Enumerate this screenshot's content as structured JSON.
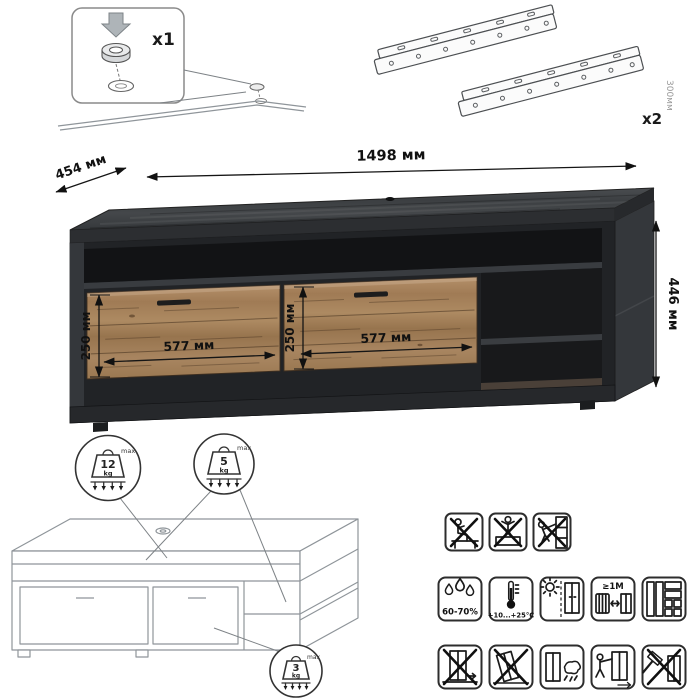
{
  "hardware": {
    "foot": {
      "qty": "x1"
    },
    "slides": {
      "qty": "x2",
      "length": "300мм"
    }
  },
  "dimensions": {
    "width": "1498 мм",
    "depth": "454 мм",
    "height": "446 мм",
    "drawer_left_height": "250 мм",
    "drawer_right_height": "250 мм",
    "drawer_left_width": "577 мм",
    "drawer_right_width": "577 мм"
  },
  "load_limits": {
    "top_surface": {
      "value": "12",
      "unit": "kg",
      "max": "max"
    },
    "shelf": {
      "value": "5",
      "unit": "kg",
      "max": "max"
    },
    "drawer": {
      "value": "3",
      "unit": "kg",
      "max": "max"
    }
  },
  "conditions": {
    "humidity": "60-70%",
    "temperature": "+10...+25°C",
    "heat_distance": "≥1M"
  },
  "icons": {
    "row1": [
      "no-sitting-icon",
      "no-standing-icon",
      "no-climbing-icon"
    ],
    "row2": [
      "humidity-icon",
      "temperature-icon",
      "sunlight-icon",
      "heat-distance-icon",
      "flat-pack-icon"
    ],
    "row3": [
      "no-dragging-icon",
      "no-tilting-icon",
      "damp-cloth-icon",
      "assisted-move-icon",
      "no-hammer-icon"
    ]
  },
  "colors": {
    "top_wood": "#3b3e41",
    "front_wood": "#a5825c",
    "sketch_outline": "#8f959a",
    "dimension": "#111111"
  }
}
